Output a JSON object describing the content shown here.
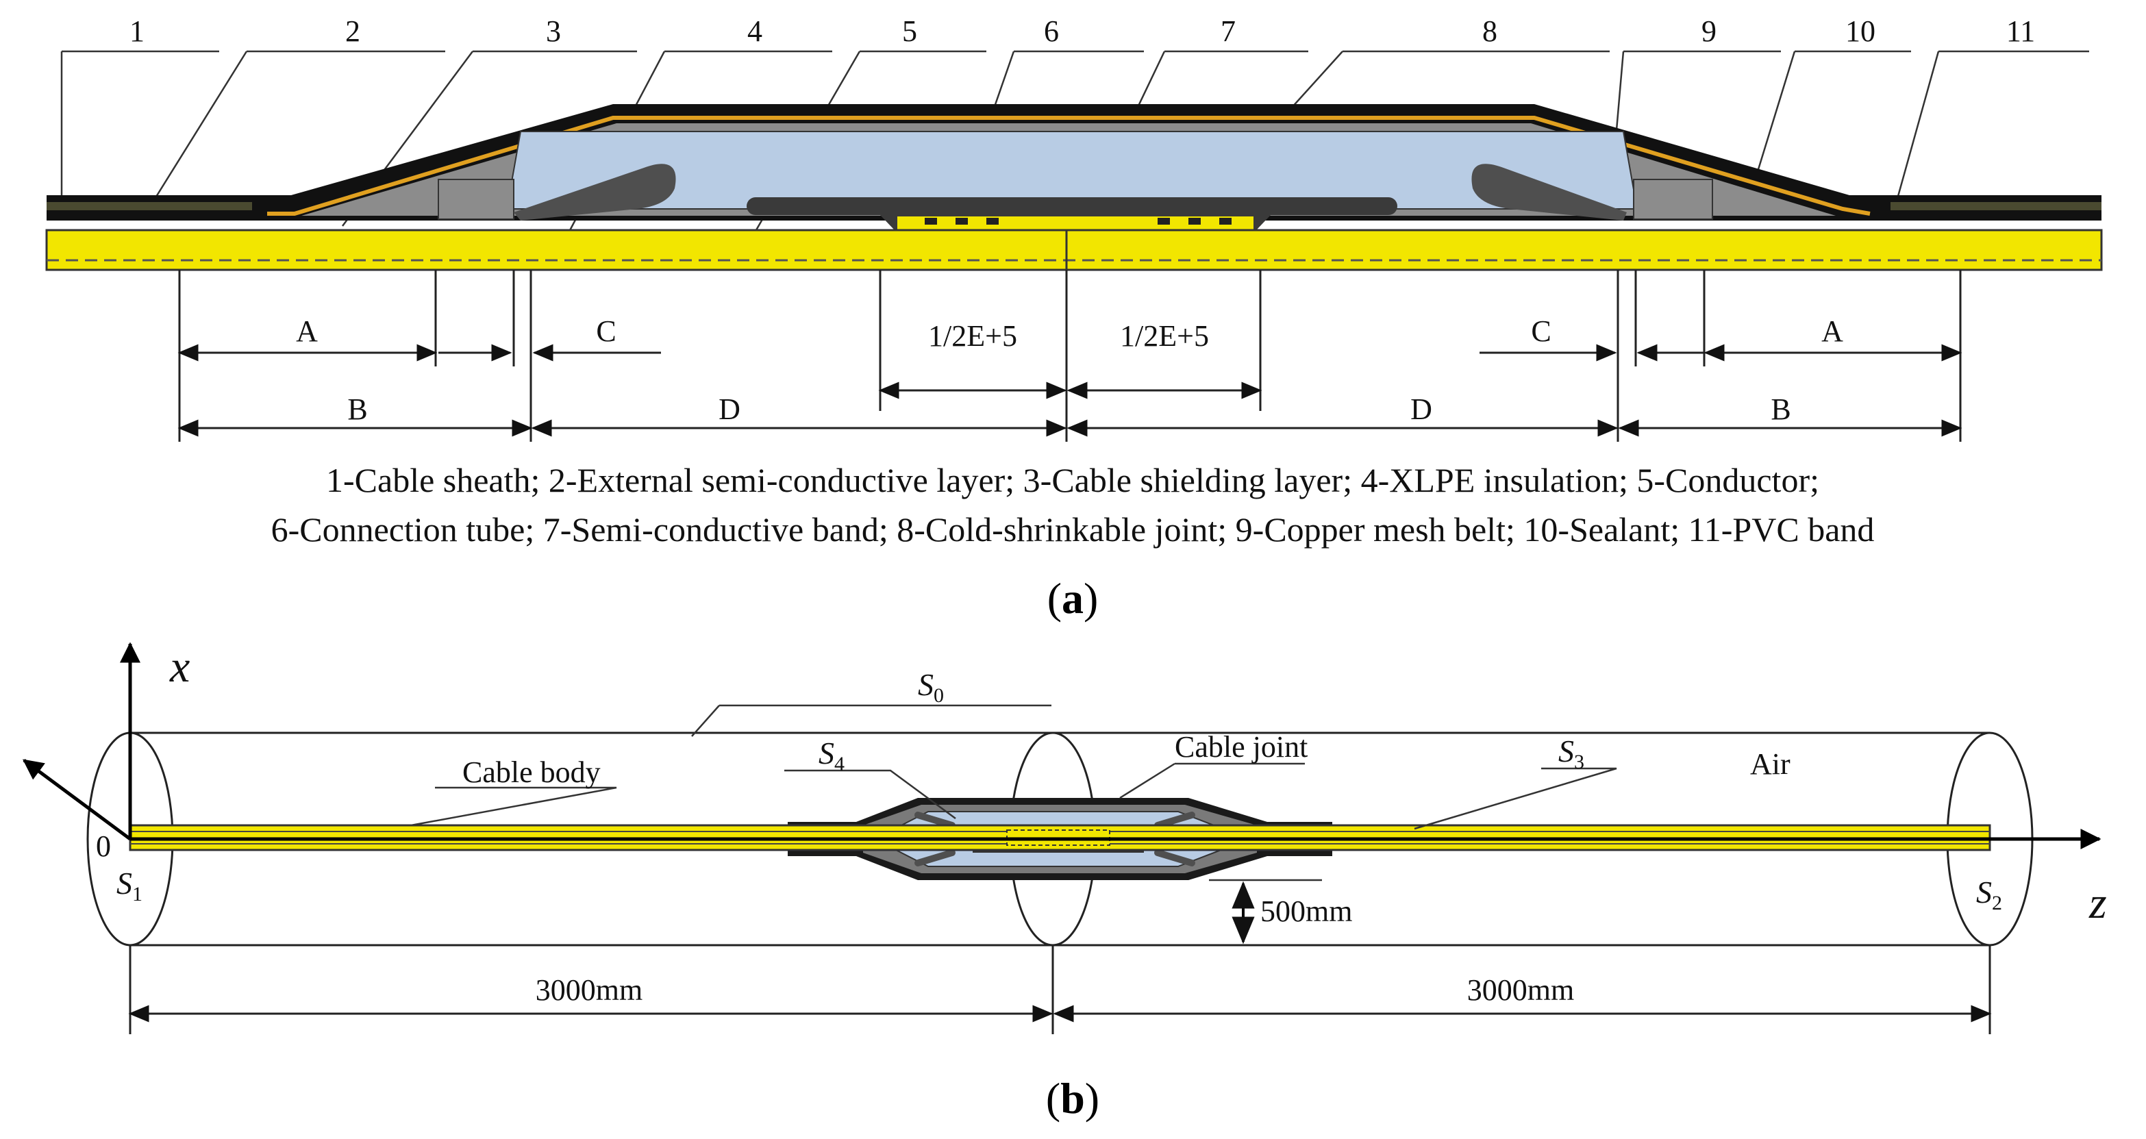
{
  "panel_a": {
    "part_numbers": [
      "1",
      "2",
      "3",
      "4",
      "5",
      "6",
      "7",
      "8",
      "9",
      "10",
      "11"
    ],
    "dimensions": {
      "A_left": "A",
      "B_left": "B",
      "C_left": "C",
      "D_left": "D",
      "E_left": "1/2E+5",
      "E_right": "1/2E+5",
      "D_right": "D",
      "C_right": "C",
      "A_right": "A",
      "B_right": "B"
    },
    "caption_line1": "1-Cable sheath; 2-External semi-conductive layer; 3-Cable shielding layer; 4-XLPE insulation; 5-Conductor;",
    "caption_line2": "6-Connection tube; 7-Semi-conductive band; 8-Cold-shrinkable joint; 9-Copper mesh belt; 10-Sealant; 11-PVC band",
    "panel_label_open": "(",
    "panel_label_letter": "a",
    "panel_label_close": ")"
  },
  "panel_b": {
    "axis_x": "x",
    "axis_z": "z",
    "origin": "0",
    "s0": "S",
    "s0_sub": "0",
    "s1": "S",
    "s1_sub": "1",
    "s2": "S",
    "s2_sub": "2",
    "s3": "S",
    "s3_sub": "3",
    "s4": "S",
    "s4_sub": "4",
    "cable_body": "Cable body",
    "cable_joint": "Cable joint",
    "air": "Air",
    "gap": "500mm",
    "length_left": "3000mm",
    "length_right": "3000mm",
    "panel_label_open": "(",
    "panel_label_letter": "b",
    "panel_label_close": ")"
  },
  "colors": {
    "conductor_yellow": "#f2e600",
    "insulation_blue": "#b8cce4",
    "sheath_black": "#111111",
    "stress_cone_gray": "#555555",
    "body_gray": "#8c8c8c",
    "copper_orange": "#e0a020"
  }
}
